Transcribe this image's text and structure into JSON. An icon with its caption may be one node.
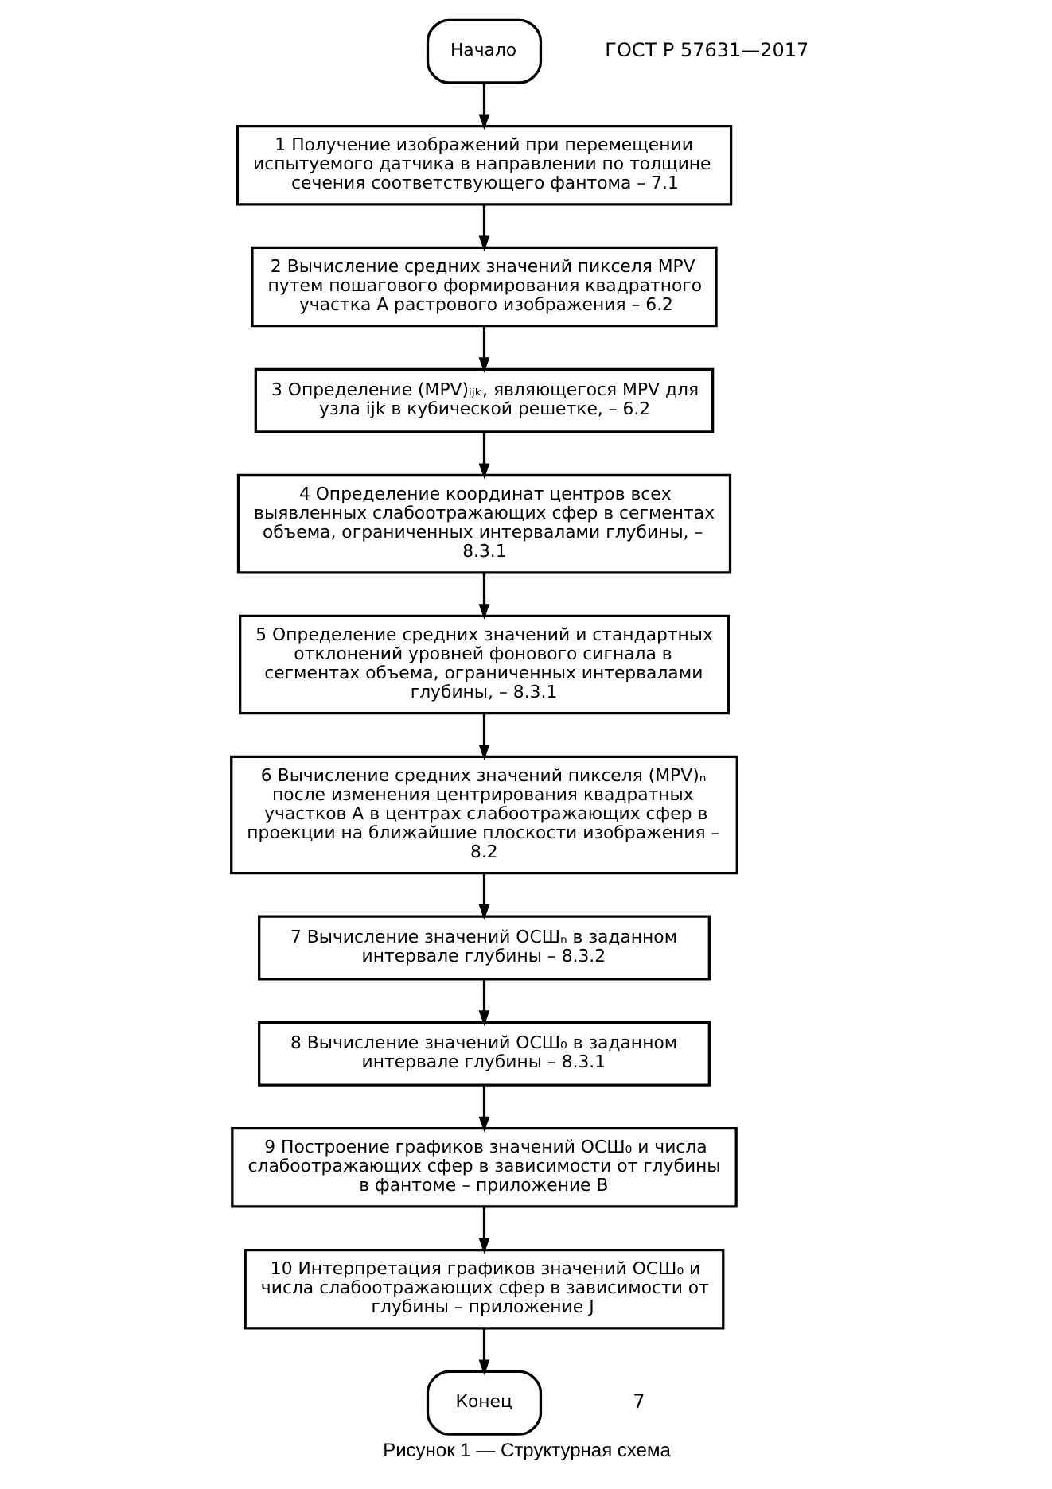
{
  "diagram": {
    "caption": "Рисунок 1 — Структурная схема",
    "nodes": [
      {
        "text": [
          "Начало"
        ]
      },
      {
        "text": [
          "1 Получение изображений при перемещении испытуемого датчика в направлении по толщине сечения соответствующего фантома – 7.1"
        ]
      },
      {
        "text": [
          "2 Вычисление средних значений пикселя MPV путем пошагового формирования квадратного участка A растрового изображения – 6.2"
        ]
      },
      {
        "text": [
          "3 Определение (MPV)ᵢⱼₖ, являющегося MPV для узла ijk в кубической решетке, – 6.2"
        ]
      },
      {
        "text": [
          "4 Определение координат центров всех выявленных слабоотражающих сфер в сегментах объема, ограниченных интервалами глубины, – 8.3.1"
        ]
      },
      {
        "text": [
          "5 Определение средних значений и стандартных отклонений уровней фонового сигнала в сегментах объема, ограниченных интервалами глубины, – 8.3.1"
        ]
      },
      {
        "text": [
          "6 Вычисление средних значений пикселя (MPV)ₙ после изменения центрирования квадратных участков A в центрах слабоотражающих сфер в проекции на ближайшие плоскости изображения – 8.2"
        ]
      },
      {
        "text": [
          "7 Вычисление значений ОСШₙ в заданном интервале глубины – 8.3.2"
        ]
      },
      {
        "text": [
          "8 Вычисление значений ОСШ₀ в заданном интервале глубины – 8.3.1"
        ]
      },
      {
        "text": [
          "9 Построение графиков значений ОСШ₀ и числа слабоотражающих сфер в зависимости от глубины в фантоме – приложение В"
        ]
      },
      {
        "text": [
          "10 Интерпретация графиков значений ОСШ₀ и числа слабоотражающих сфер в зависимости от глубины – приложение J"
        ]
      },
      {
        "text": [
          "Конец"
        ]
      }
    ],
    "edges": [
      {
        "from": 0,
        "to": 1,
        "arrow": "to"
      },
      {
        "from": 1,
        "to": 2,
        "arrow": "to"
      },
      {
        "from": 2,
        "to": 3,
        "arrow": "to"
      },
      {
        "from": 3,
        "to": 4,
        "arrow": "to"
      },
      {
        "from": 4,
        "to": 5,
        "arrow": "to"
      },
      {
        "from": 5,
        "to": 6,
        "arrow": "to"
      },
      {
        "from": 6,
        "to": 7,
        "arrow": "to"
      },
      {
        "from": 7,
        "to": 8,
        "arrow": "to"
      },
      {
        "from": 8,
        "to": 9,
        "arrow": "to"
      },
      {
        "from": 9,
        "to": 10,
        "arrow": "to"
      },
      {
        "from": 10,
        "to": 11,
        "arrow": "to"
      }
    ],
    "labels": [
      "ГОСТ Р 57631—2017",
      "7"
    ]
  }
}
